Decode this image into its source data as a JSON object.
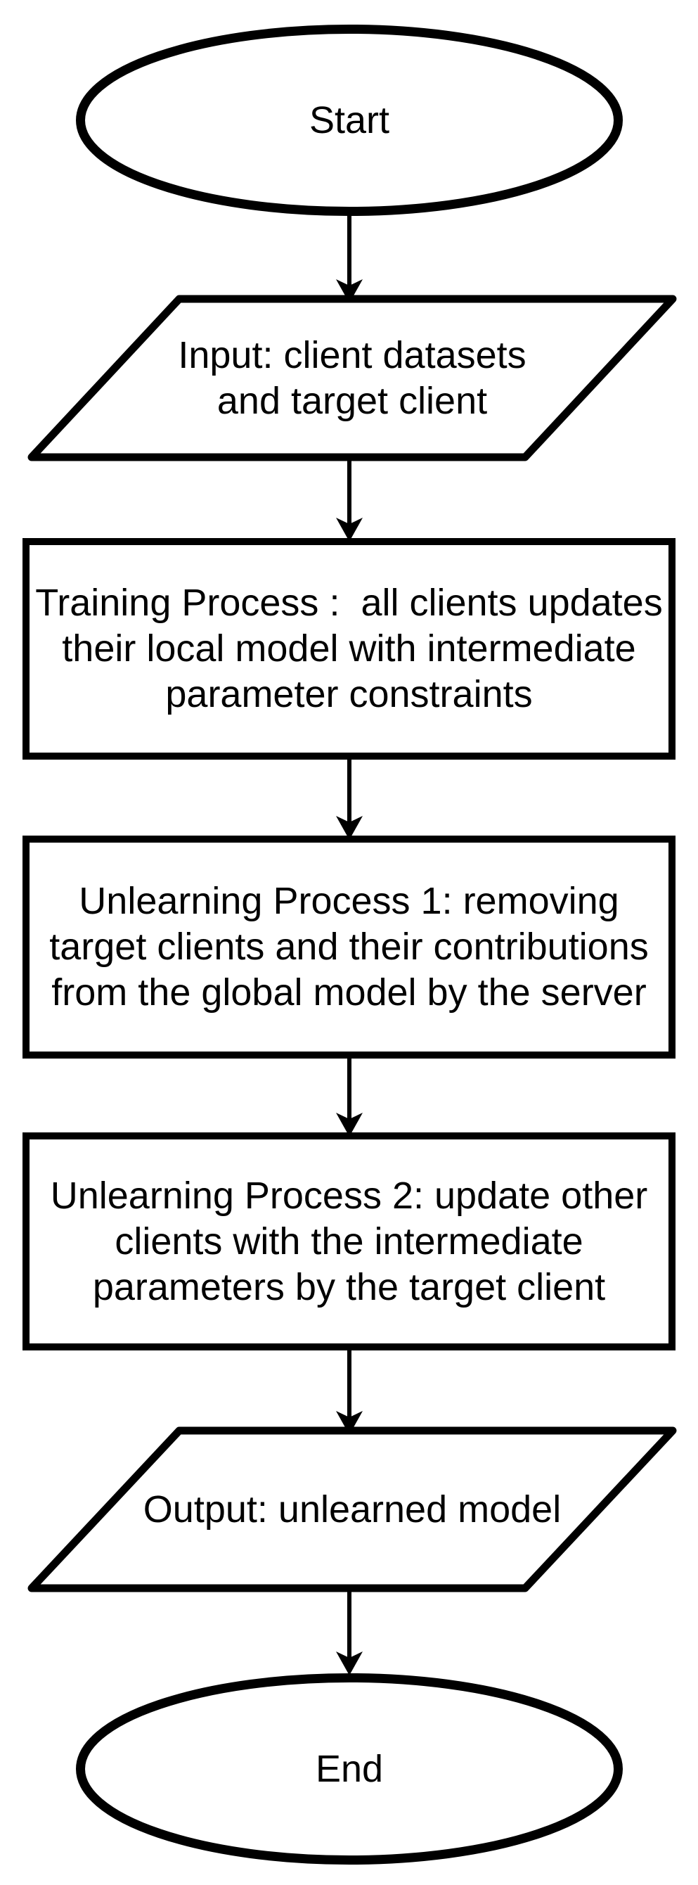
{
  "page": {
    "background_color": "#ffffff"
  },
  "flowchart": {
    "stroke_color": "#000000",
    "fill_color": "#ffffff",
    "text_color": "#000000",
    "nodes": [
      {
        "id": "start",
        "type": "terminator",
        "label": "Start"
      },
      {
        "id": "input",
        "type": "input-output",
        "label": "Input: client datasets\nand target client"
      },
      {
        "id": "training",
        "type": "process",
        "label": "Training Process :  all clients updates\ntheir local model with intermediate\nparameter constraints"
      },
      {
        "id": "unlearning-1",
        "type": "process",
        "label": "Unlearning Process 1: removing\ntarget clients and their contributions\nfrom the global model by the server"
      },
      {
        "id": "unlearning-2",
        "type": "process",
        "label": "Unlearning Process 2: update other\nclients with the intermediate\nparameters by the target client"
      },
      {
        "id": "output",
        "type": "input-output",
        "label": "Output: unlearned model"
      },
      {
        "id": "end",
        "type": "terminator",
        "label": "End"
      }
    ],
    "edges": [
      {
        "from": "start",
        "to": "input"
      },
      {
        "from": "input",
        "to": "training"
      },
      {
        "from": "training",
        "to": "unlearning-1"
      },
      {
        "from": "unlearning-1",
        "to": "unlearning-2"
      },
      {
        "from": "unlearning-2",
        "to": "output"
      },
      {
        "from": "output",
        "to": "end"
      }
    ]
  }
}
